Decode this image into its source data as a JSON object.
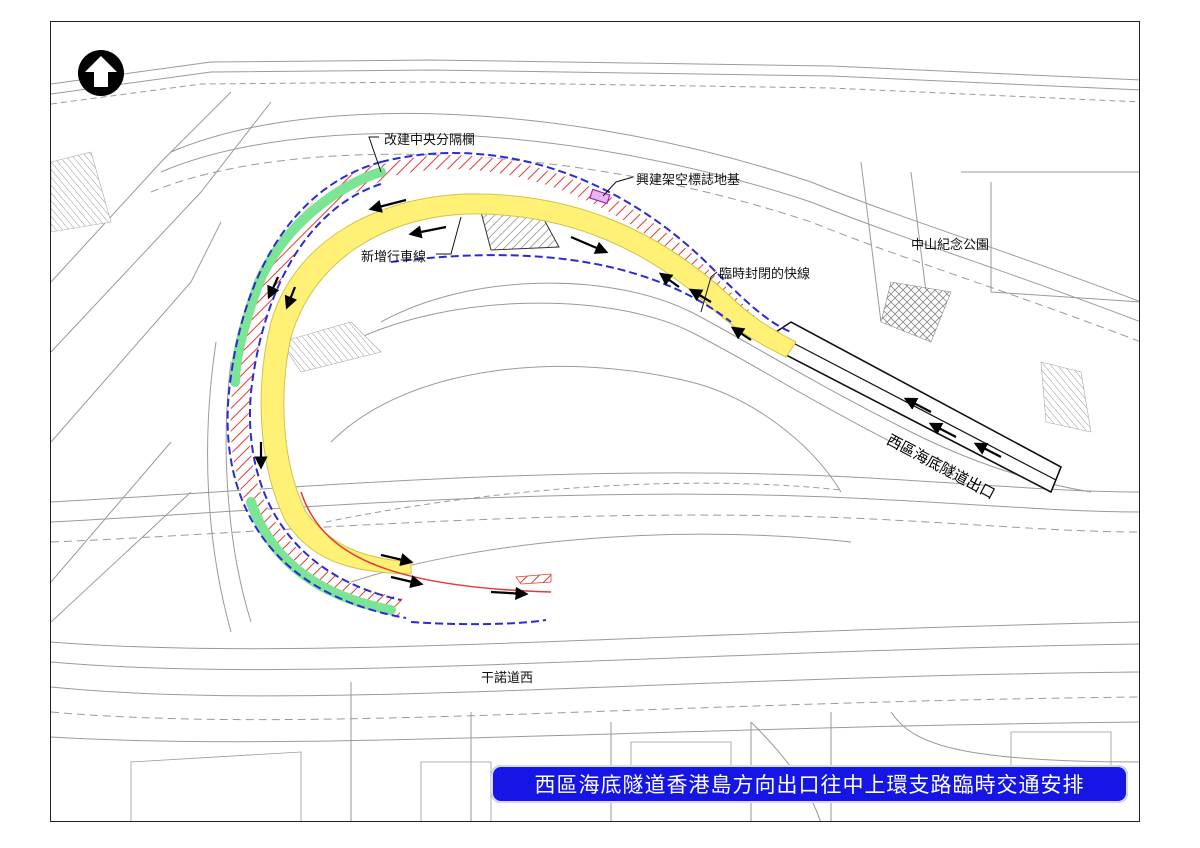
{
  "title": "西區海底隧道香港島方向出口往中上環支路臨時交通安排",
  "labels": {
    "median_rebuild": "改建中央分隔欄",
    "gantry_foundation": "興建架空標誌地基",
    "new_lane": "新增行車線",
    "park": "中山紀念公園",
    "temp_closed_fast_lane": "臨時封閉的快線",
    "tunnel_exit": "西區海底隧道出口",
    "road_connaught_west": "干諾道西"
  },
  "icons": [
    "north-arrow-icon"
  ],
  "colors": {
    "new_lane": "#fff176",
    "median": "#7be495",
    "closed_hatch": "#e53935",
    "boundary_dash": "#2b2bd6",
    "banner": "#1515e6"
  }
}
